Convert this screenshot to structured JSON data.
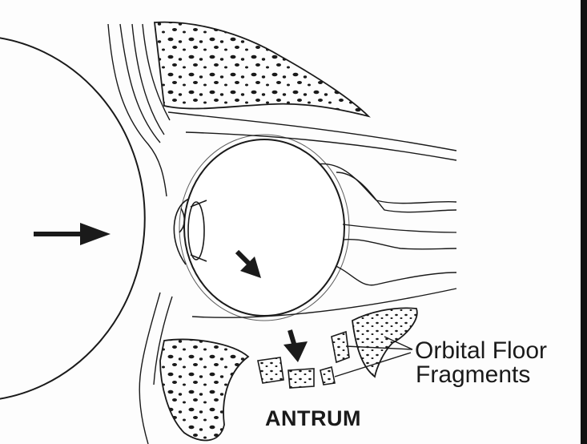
{
  "labels": {
    "orbital_floor_line1": "Orbital Floor",
    "orbital_floor_line2": "Fragments",
    "antrum": "ANTRUM"
  },
  "colors": {
    "ink": "#1a1a1a",
    "paper": "#fdfdfd",
    "border": "#111111"
  }
}
